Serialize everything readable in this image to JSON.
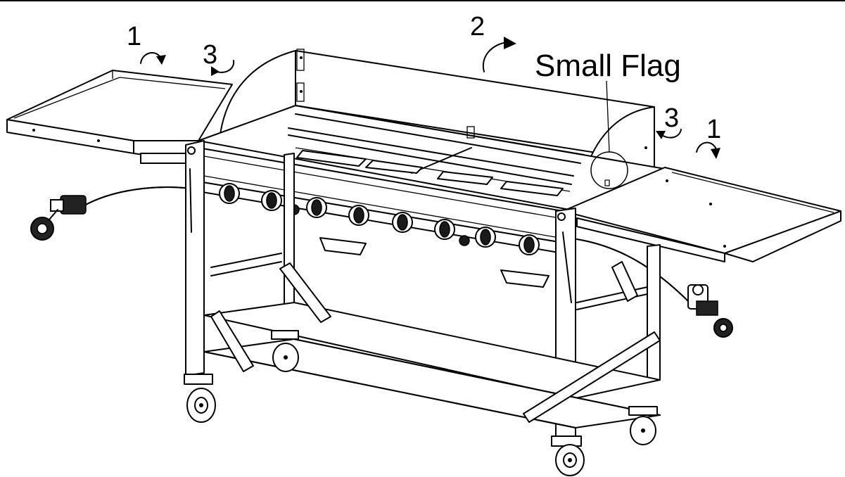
{
  "labels": {
    "step_left_1": "1",
    "step_left_3": "3",
    "step_center_2": "2",
    "small_flag": "Small Flag",
    "step_right_3": "3",
    "step_right_1": "1"
  },
  "colors": {
    "line": "#000000",
    "background": "#ffffff"
  },
  "icons": [
    "rotate-cw-arrow-icon",
    "rotate-ccw-arrow-icon"
  ]
}
